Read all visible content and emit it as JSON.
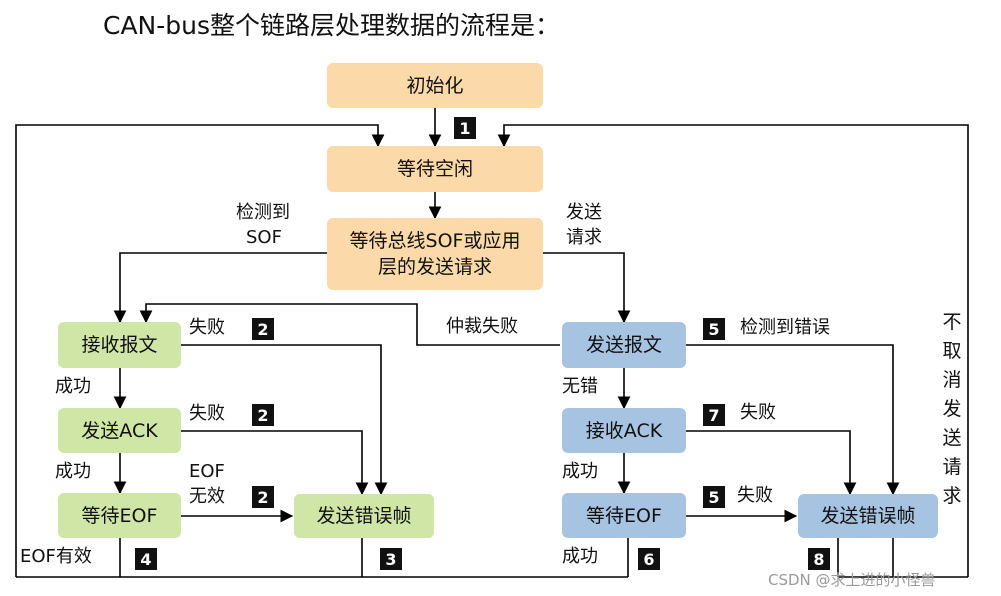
{
  "title": "CAN-bus整个链路层处理数据的流程是：",
  "boxes": {
    "init": "初始化",
    "idle": "等待空闲",
    "wait_sof": "等待总线SOF或应用层的发送请求",
    "recv_frame": "接收报文",
    "send_ack": "发送ACK",
    "wait_eof_rx": "等待EOF",
    "send_err_rx": "发送错误帧",
    "send_frame": "发送报文",
    "recv_ack": "接收ACK",
    "wait_eof_tx": "等待EOF",
    "send_err_tx": "发送错误帧"
  },
  "labels": {
    "detect_sof_1": "检测到",
    "detect_sof_2": "SOF",
    "send_req_1": "发送",
    "send_req_2": "请求",
    "fail_1": "失败",
    "fail_2": "失败",
    "arbitration_fail": "仲裁失败",
    "detect_error": "检测到错误",
    "success_1": "成功",
    "success_2": "成功",
    "no_error": "无错",
    "success_3": "成功",
    "success_4": "成功",
    "eof_invalid_1": "EOF",
    "eof_invalid_2": "无效",
    "eof_valid": "EOF有效",
    "fail_3": "失败",
    "fail_4": "失败",
    "cancel_1": "不",
    "cancel_2": "取",
    "cancel_3": "消",
    "cancel_4": "发",
    "cancel_5": "送",
    "cancel_6": "请",
    "cancel_7": "求"
  },
  "badges": {
    "b1": "1",
    "b2a": "2",
    "b2b": "2",
    "b2c": "2",
    "b3": "3",
    "b4": "4",
    "b5a": "5",
    "b5b": "5",
    "b6": "6",
    "b7": "7",
    "b8": "8"
  },
  "watermark": "CSDN @求上进的小怪兽",
  "colors": {
    "orange": "#fbd9a8",
    "green": "#cfe6a6",
    "blue": "#a7c3e2",
    "line": "#000000"
  }
}
